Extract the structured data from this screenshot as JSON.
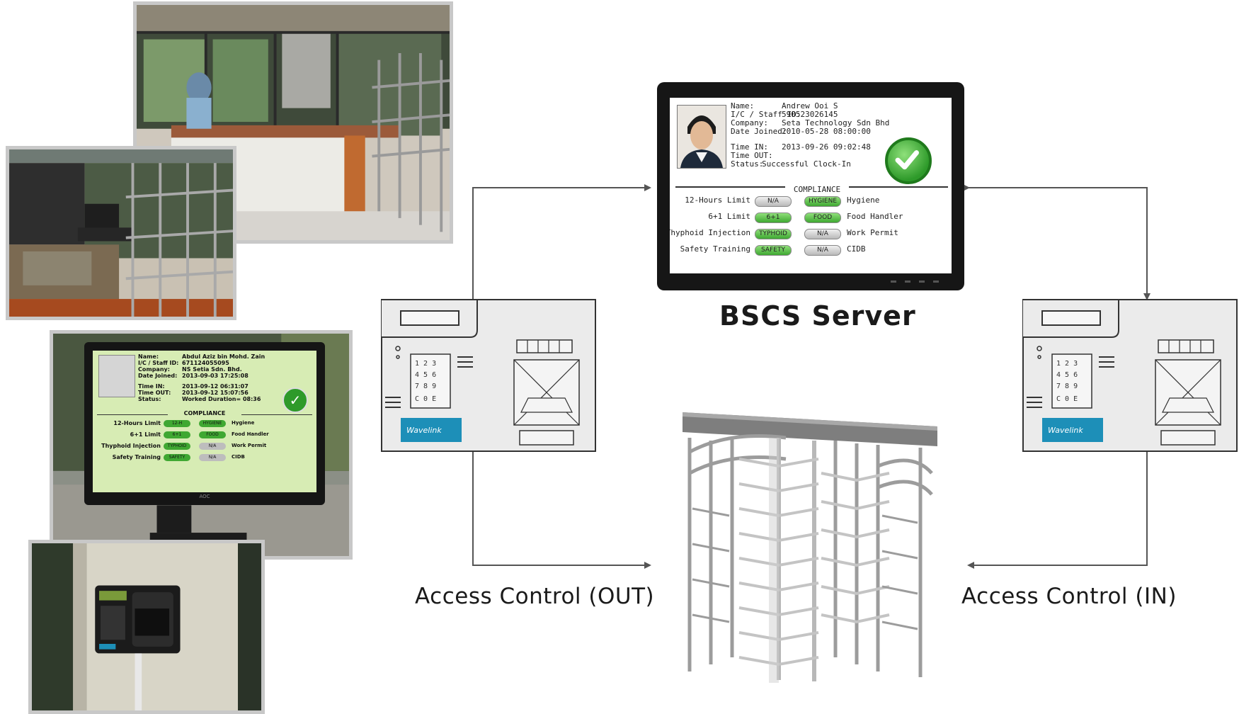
{
  "diagram": {
    "server_label": "BSCS Server",
    "access_out_label": "Access Control (OUT)",
    "access_in_label": "Access Control (IN)",
    "reader_brand": "Wavelink"
  },
  "server_screen": {
    "fields": [
      {
        "label": "Name:",
        "value": "Andrew Ooi S"
      },
      {
        "label": "I/C / Staff ID:",
        "value": "590523026145"
      },
      {
        "label": "Company:",
        "value": "Seta Technology Sdn Bhd"
      },
      {
        "label": "Date Joined:",
        "value": "2010-05-28 08:00:00"
      },
      {
        "label": "Time IN:",
        "value": "2013-09-26 09:02:48"
      },
      {
        "label": "Time OUT:",
        "value": ""
      },
      {
        "label": "Status:",
        "value": "Successful Clock-In"
      }
    ],
    "compliance_heading": "COMPLIANCE",
    "rows": [
      {
        "left_label": "12-Hours Limit",
        "left_pill": "N/A",
        "left_ok": false,
        "right_pill": "HYGIENE",
        "right_ok": true,
        "right_label": "Hygiene"
      },
      {
        "left_label": "6+1 Limit",
        "left_pill": "6+1",
        "left_ok": true,
        "right_pill": "FOOD",
        "right_ok": true,
        "right_label": "Food Handler"
      },
      {
        "left_label": "Thyphoid Injection",
        "left_pill": "TYPHOID",
        "left_ok": true,
        "right_pill": "N/A",
        "right_ok": false,
        "right_label": "Work Permit"
      },
      {
        "left_label": "Safety Training",
        "left_pill": "SAFETY",
        "left_ok": true,
        "right_pill": "N/A",
        "right_ok": false,
        "right_label": "CIDB"
      }
    ]
  },
  "photo_monitor_screen": {
    "fields": [
      {
        "label": "Name:",
        "value": "Abdul Aziz bin Mohd. Zain"
      },
      {
        "label": "I/C / Staff ID:",
        "value": "671124055095"
      },
      {
        "label": "Company:",
        "value": "NS Setia Sdn. Bhd."
      },
      {
        "label": "Date Joined:",
        "value": "2013-09-03 17:25:08"
      },
      {
        "label": "Time IN:",
        "value": "2013-09-12 06:31:07"
      },
      {
        "label": "Time OUT:",
        "value": "2013-09-12 15:07:56"
      },
      {
        "label": "Status:",
        "value": "Worked Duration= 08:36"
      }
    ],
    "compliance_heading": "COMPLIANCE",
    "rows": [
      {
        "left_label": "12-Hours Limit",
        "left_pill": "12-H",
        "right_pill": "HYGIENE",
        "right_label": "Hygiene"
      },
      {
        "left_label": "6+1 Limit",
        "left_pill": "6+1",
        "right_pill": "FOOD",
        "right_label": "Food Handler"
      },
      {
        "left_label": "Thyphoid Injection",
        "left_pill": "TYPHOID",
        "right_pill": "N/A",
        "right_label": "Work Permit"
      },
      {
        "left_label": "Safety Training",
        "left_pill": "SAFETY",
        "right_pill": "N/A",
        "right_label": "CIDB"
      }
    ],
    "monitor_brand": "AOC"
  },
  "colors": {
    "ok_green": "#3fa832",
    "check_green": "#2e9a2a",
    "reader_brand_bg": "#1d8fb8",
    "arrow": "#555555",
    "photo_frame": "#c8c8c8"
  }
}
